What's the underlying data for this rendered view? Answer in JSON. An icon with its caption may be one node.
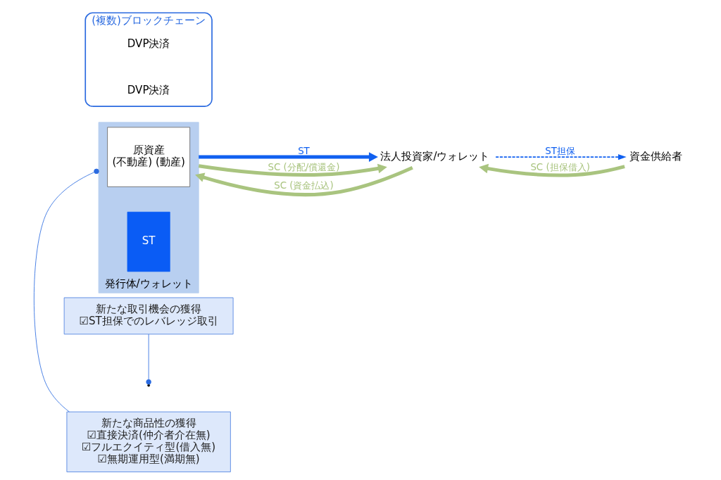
{
  "diagram": {
    "nodes": [
      {
        "text": [
          "新たな商品性の獲得",
          "☑直接決済(仲介者介在無)",
          "☑フルエクイティ型(借入無)",
          "☑無期運用型(満期無)"
        ]
      },
      {
        "text": [
          "新たな取引機会の獲得",
          "☑ST担保でのレバレッジ取引"
        ]
      },
      {
        "text": [
          "発行体/ウォレット"
        ]
      },
      {
        "text": [
          "原資産",
          "(不動産) (動産)"
        ],
        "in": 2
      },
      {
        "text": [
          "ST"
        ],
        "in": 2
      },
      {
        "text": [
          "法人投資家/ウォレット"
        ]
      },
      {
        "text": [
          "資金供給者"
        ]
      },
      {
        "text": [
          "(複数)ブロックチェーン"
        ]
      },
      {
        "text": [
          "DVP決済"
        ],
        "in": 7
      },
      {
        "text": [
          "DVP決済"
        ],
        "in": 7
      }
    ],
    "edges": [
      {
        "from": 0,
        "to": 2,
        "arrow": "other",
        "color": "#2a6ae0"
      },
      {
        "from": 1,
        "to": null,
        "arrow": "other",
        "color": "#2a6ae0"
      },
      {
        "from": 2,
        "to": 5,
        "arrow": "to",
        "label": "ST",
        "color": "#1060f0"
      },
      {
        "from": 2,
        "to": 5,
        "arrow": "to",
        "label": "SC (分配/償還金)",
        "color": "#a9c47f"
      },
      {
        "from": 5,
        "to": 2,
        "arrow": "to",
        "label": "SC (資金払込)",
        "color": "#a9c47f"
      },
      {
        "from": 5,
        "to": 6,
        "arrow": "to",
        "label": "ST担保",
        "style": "dashed",
        "color": "#1060f0"
      },
      {
        "from": 6,
        "to": 5,
        "arrow": "to",
        "label": "SC (担保借入)",
        "color": "#a9c47f"
      }
    ]
  }
}
